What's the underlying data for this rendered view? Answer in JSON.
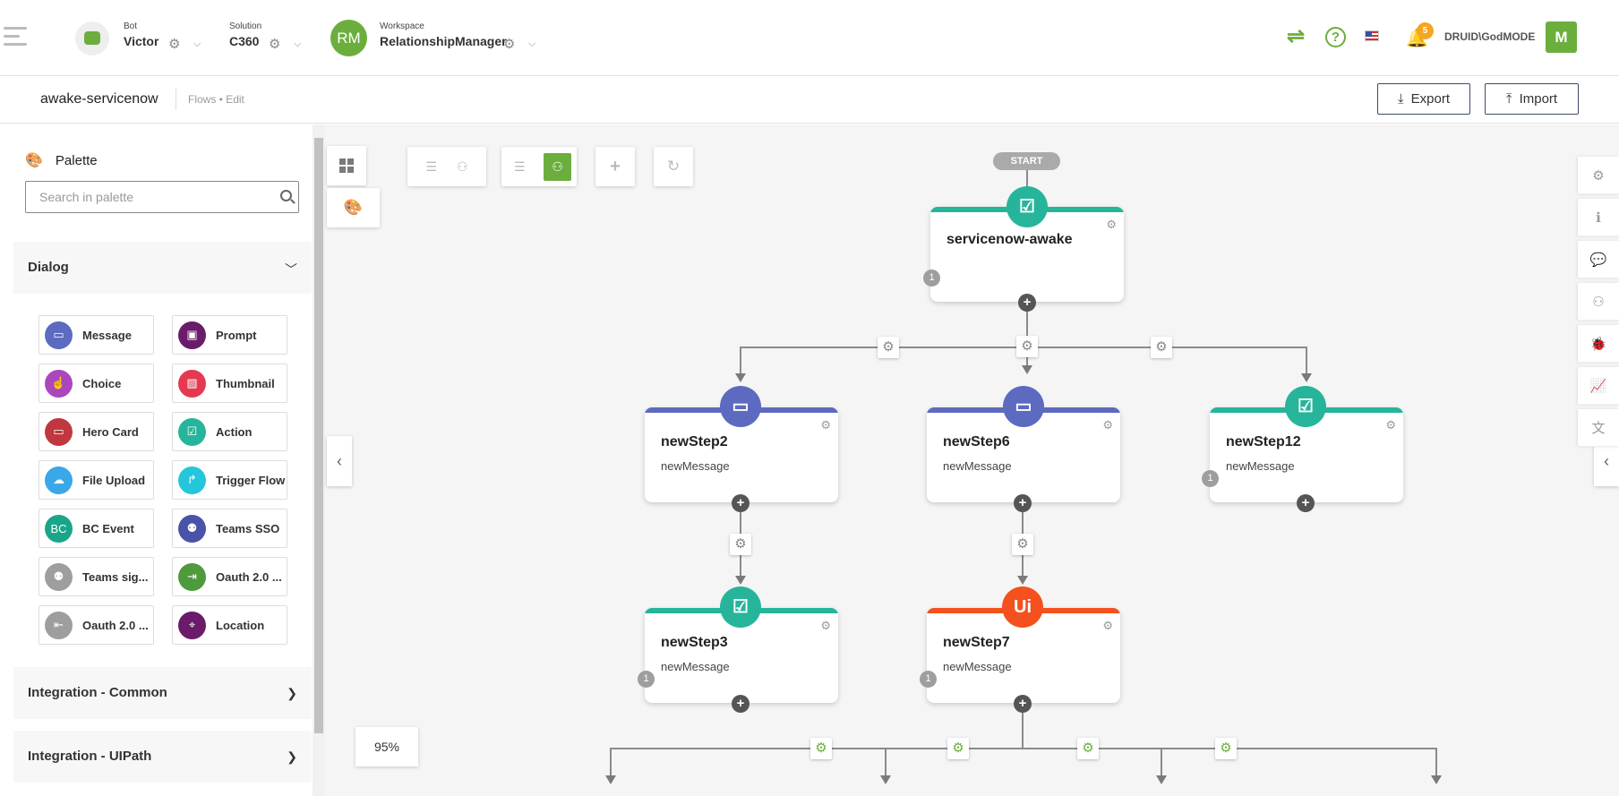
{
  "header": {
    "bot": {
      "caption": "Bot",
      "value": "Victor"
    },
    "solution": {
      "caption": "Solution",
      "value": "C360"
    },
    "workspace": {
      "caption": "Workspace",
      "value": "RelationshipManager",
      "avatar": "RM"
    },
    "notifications": "5",
    "username": "DRUID\\GodMODE",
    "user_initial": "M"
  },
  "subheader": {
    "flow_name": "awake-servicenow",
    "breadcrumb": "Flows • Edit",
    "export_label": "Export",
    "import_label": "Import"
  },
  "palette": {
    "title": "Palette",
    "search_placeholder": "Search in palette",
    "sections": [
      "Dialog",
      "Integration - Common",
      "Integration - UIPath"
    ],
    "items": [
      {
        "label": "Message",
        "color": "#5c6bc0",
        "icon": "message-icon"
      },
      {
        "label": "Prompt",
        "color": "#6a1b6a",
        "icon": "prompt-icon"
      },
      {
        "label": "Choice",
        "color": "#ab47bc",
        "icon": "choice-hand-icon"
      },
      {
        "label": "Thumbnail",
        "color": "#e53950",
        "icon": "thumbnail-icon"
      },
      {
        "label": "Hero Card",
        "color": "#c0373f",
        "icon": "hero-card-icon"
      },
      {
        "label": "Action",
        "color": "#26b59a",
        "icon": "action-check-icon"
      },
      {
        "label": "File Upload",
        "color": "#3aa7e8",
        "icon": "cloud-upload-icon"
      },
      {
        "label": "Trigger Flow",
        "color": "#26c6da",
        "icon": "trigger-arrow-icon"
      },
      {
        "label": "BC Event",
        "color": "#1aa58a",
        "icon": "bc-event-icon",
        "text": "BC"
      },
      {
        "label": "Teams SSO",
        "color": "#4a53a8",
        "icon": "teams-icon"
      },
      {
        "label": "Teams sig...",
        "color": "#9e9e9e",
        "icon": "teams-sign-icon"
      },
      {
        "label": "Oauth 2.0 ...",
        "color": "#4e9a3c",
        "icon": "oauth-login-icon"
      },
      {
        "label": "Oauth 2.0 ...",
        "color": "#9e9e9e",
        "icon": "oauth-logout-icon"
      },
      {
        "label": "Location",
        "color": "#6a1b6a",
        "icon": "location-map-icon"
      }
    ]
  },
  "canvas": {
    "zoom": "95%",
    "start_label": "START",
    "nodes": [
      {
        "title": "servicenow-awake",
        "subtitle": "",
        "count": "1",
        "color": "#26b59a",
        "icon": "action-check-icon"
      },
      {
        "title": "newStep2",
        "subtitle": "newMessage",
        "count": "",
        "color": "#5c6bc0",
        "icon": "message-icon"
      },
      {
        "title": "newStep6",
        "subtitle": "newMessage",
        "count": "",
        "color": "#5c6bc0",
        "icon": "message-icon"
      },
      {
        "title": "newStep12",
        "subtitle": "newMessage",
        "count": "1",
        "color": "#26b59a",
        "icon": "action-check-icon"
      },
      {
        "title": "newStep3",
        "subtitle": "newMessage",
        "count": "1",
        "color": "#26b59a",
        "icon": "action-check-icon"
      },
      {
        "title": "newStep7",
        "subtitle": "newMessage",
        "count": "1",
        "color": "#f4511e",
        "icon": "uipath-icon",
        "text": "Ui"
      }
    ]
  }
}
